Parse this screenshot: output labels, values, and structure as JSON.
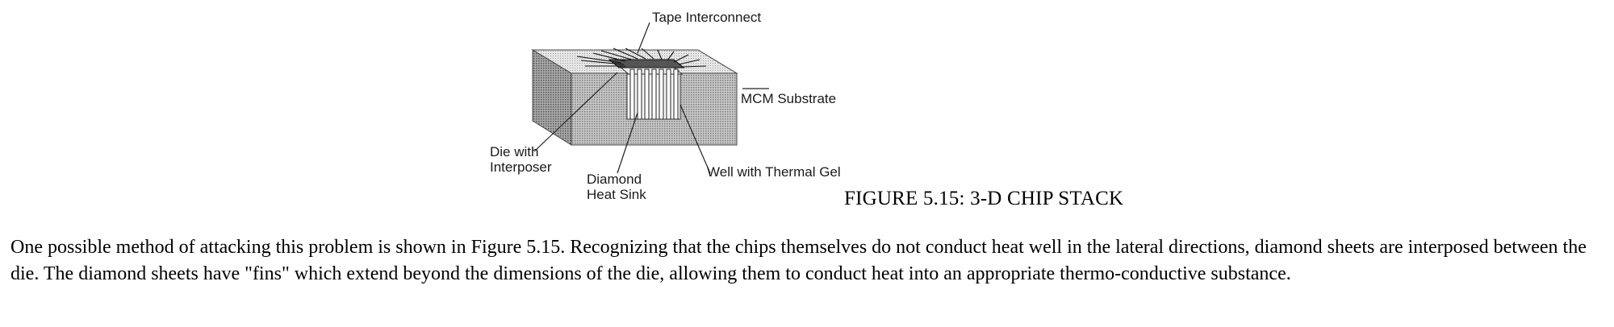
{
  "figure": {
    "labels": {
      "tape_interconnect": "Tape Interconnect",
      "mcm_substrate": "MCM Substrate",
      "die_with_line1": "Die with",
      "die_with_line2": "Interposer",
      "diamond_line1": "Diamond",
      "diamond_line2": "Heat Sink",
      "well": "Well with Thermal Gel"
    },
    "caption": "FIGURE 5.15: 3-D CHIP STACK"
  },
  "paragraph": "One possible method of attacking this problem is shown in Figure 5.15. Recognizing that the chips themselves do not conduct heat well in the lateral directions, diamond sheets are interposed between the die. The diamond sheets have \"fins\" which extend beyond the dimensions of the die, allowing them to conduct heat into an appropriate thermo-conductive substance."
}
